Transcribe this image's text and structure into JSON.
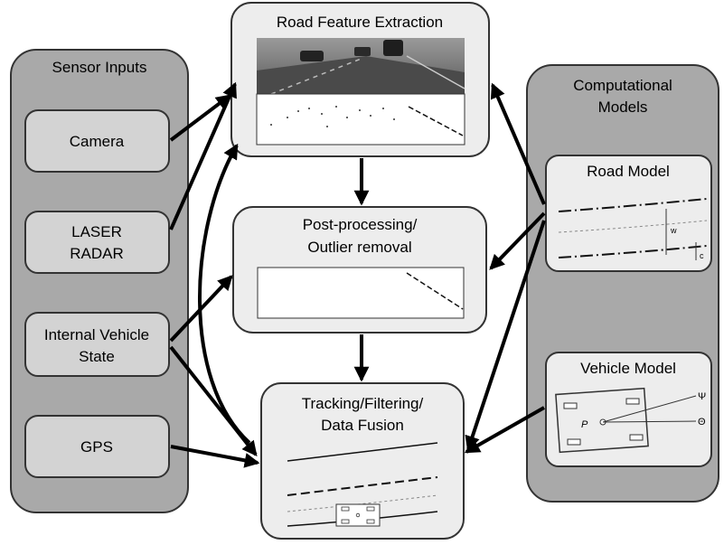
{
  "panels": {
    "sensor_inputs": {
      "title": "Sensor Inputs"
    },
    "computational_models": {
      "title_line1": "Computational",
      "title_line2": "Models"
    }
  },
  "sensors": {
    "camera": "Camera",
    "laser_radar_line1": "LASER",
    "laser_radar_line2": "RADAR",
    "vehicle_state_line1": "Internal Vehicle",
    "vehicle_state_line2": "State",
    "gps": "GPS"
  },
  "stages": {
    "road_feature_extraction": "Road Feature Extraction",
    "post_processing_line1": "Post-processing/",
    "post_processing_line2": "Outlier removal",
    "tracking_line1": "Tracking/Filtering/",
    "tracking_line2": "Data Fusion"
  },
  "models": {
    "road_model": "Road Model",
    "vehicle_model": "Vehicle Model",
    "road_label_w": "w",
    "road_label_c": "c",
    "vehicle_label_p": "P",
    "vehicle_label_psi": "Ψ",
    "vehicle_label_theta": "Θ"
  },
  "colors": {
    "outer_panel": "#a9a9a9",
    "box_fill": "#d3d3d3",
    "stage_fill": "#ededed",
    "stroke": "#333333",
    "arrow": "#000000"
  }
}
